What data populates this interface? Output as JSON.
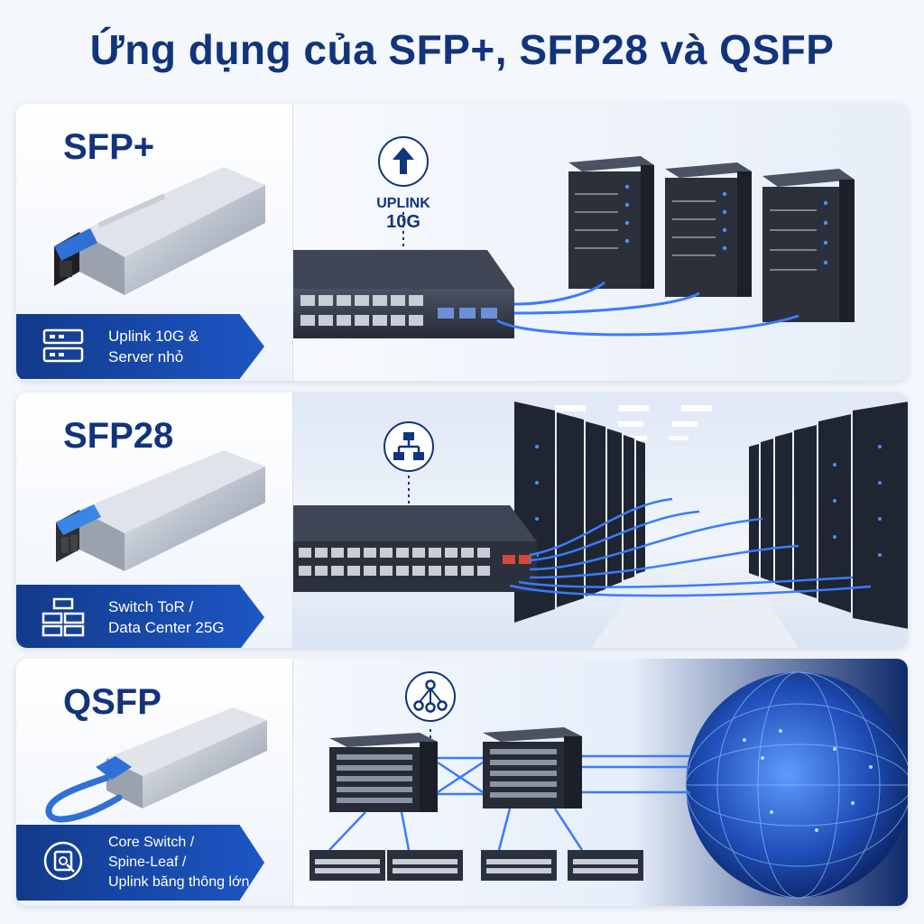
{
  "title": "Ứng dụng của SFP+, SFP28 và QSFP",
  "sections": [
    {
      "heading": "SFP+",
      "caption": [
        "Uplink 10G &",
        "Server nhỏ"
      ],
      "callout": [
        "UPLINK",
        "10G"
      ]
    },
    {
      "heading": "SFP28",
      "caption": [
        "Switch ToR /",
        "Data Center 25G"
      ]
    },
    {
      "heading": "QSFP",
      "caption": [
        "Core Switch /",
        "Spine-Leaf /",
        "Uplink băng thông lớn"
      ]
    }
  ],
  "colors": {
    "title": "#12347a",
    "banner": "#1d56c4",
    "cable": "#3a7bff",
    "device": "#2f3645"
  },
  "icons": [
    "upload-arrow-icon",
    "network-hierarchy-icon",
    "network-nodes-icon",
    "switch-icon",
    "server-rack-icon",
    "transceiver-chip-icon"
  ]
}
